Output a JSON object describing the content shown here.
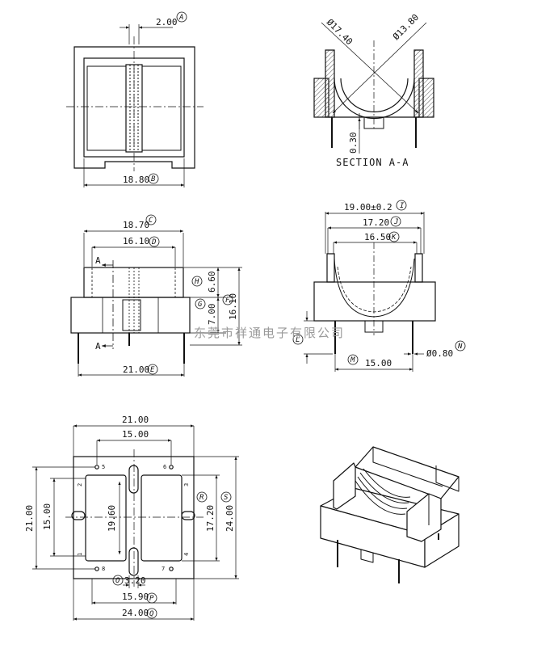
{
  "colors": {
    "line": "#111111",
    "dim": "#222222",
    "hatch": "#555555",
    "watermark": "#9a9a9a"
  },
  "top_view": {
    "dim_a": "2.00",
    "label_a": "A",
    "dim_b": "18.80",
    "label_b": "B"
  },
  "section": {
    "dim_d1": "Ø17.40",
    "dim_d2": "Ø13.80",
    "dim_t": "0.30",
    "caption": "SECTION A-A"
  },
  "front_view": {
    "dim_c": "18.70",
    "label_c": "C",
    "dim_d": "16.10",
    "label_d": "D",
    "dim_h": "6.60",
    "label_h": "H",
    "dim_g": "7.00",
    "label_g": "G",
    "dim_f": "16.10",
    "label_f": "F",
    "dim_e": "21.00",
    "label_e": "E",
    "cut_top": "A",
    "cut_bottom": "A"
  },
  "side_view": {
    "dim_i": "19.00±0.2",
    "label_i": "I",
    "dim_j": "17.20",
    "label_j": "J",
    "dim_k": "16.50",
    "label_k": "K",
    "label_l": "L",
    "dim_m": "15.00",
    "label_m": "M",
    "dim_n": "Ø0.80",
    "label_n": "N"
  },
  "bottom_view": {
    "dim_top_outer": "21.00",
    "dim_top_inner": "15.00",
    "dim_left_outer": "21.00",
    "dim_left_inner": "15.00",
    "dim_center": "19.60",
    "dim_r": "17.20",
    "label_r": "R",
    "dim_s": "24.00",
    "label_s": "S",
    "dim_o": "3.20",
    "label_o": "O",
    "dim_p": "15.90",
    "label_p": "P",
    "dim_q": "24.00",
    "label_q": "Q",
    "pin_numbers": [
      "5",
      "6",
      "2",
      "3",
      "1",
      "4",
      "8",
      "7"
    ]
  },
  "watermark": "东莞市祥通电子有限公司"
}
